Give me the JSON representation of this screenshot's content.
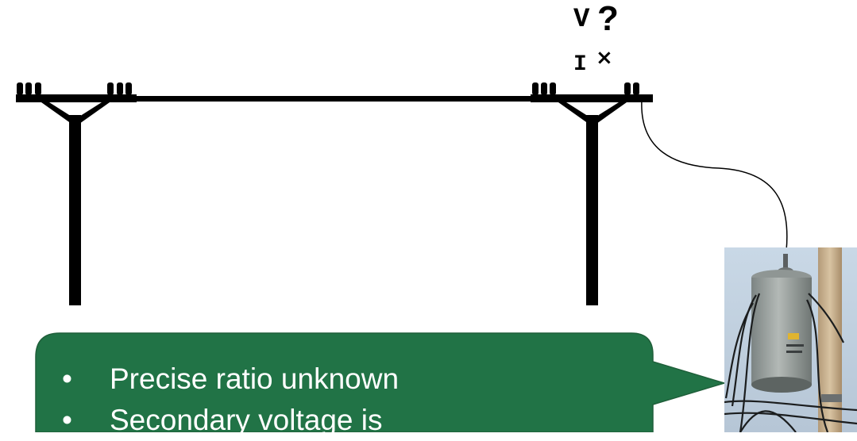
{
  "labels": {
    "voltage": "V",
    "voltage_unknown": "?",
    "current": "I",
    "current_unknown": "×"
  },
  "callout": {
    "items": [
      "Precise ratio unknown",
      "Secondary voltage is"
    ],
    "fill_color": "#217346",
    "text_color": "#ffffff"
  },
  "colors": {
    "pole": "#000000",
    "wire": "#000000"
  }
}
